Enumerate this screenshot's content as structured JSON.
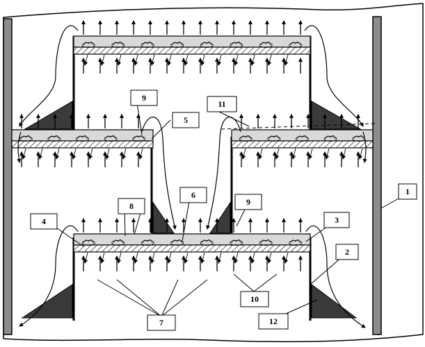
{
  "labels": {
    "l1": "1",
    "l2": "2",
    "l3": "3",
    "l4": "4",
    "l5": "5",
    "l6": "6",
    "l7": "7",
    "l8": "8",
    "l9a": "9",
    "l9b": "9",
    "l10": "10",
    "l11": "11",
    "l12": "12"
  },
  "colors": {
    "ink": "#000000",
    "plate_fill": "#d9d9d9",
    "wedge_fill": "#3a3a3a",
    "wall_fill": "#8c8c8c"
  }
}
